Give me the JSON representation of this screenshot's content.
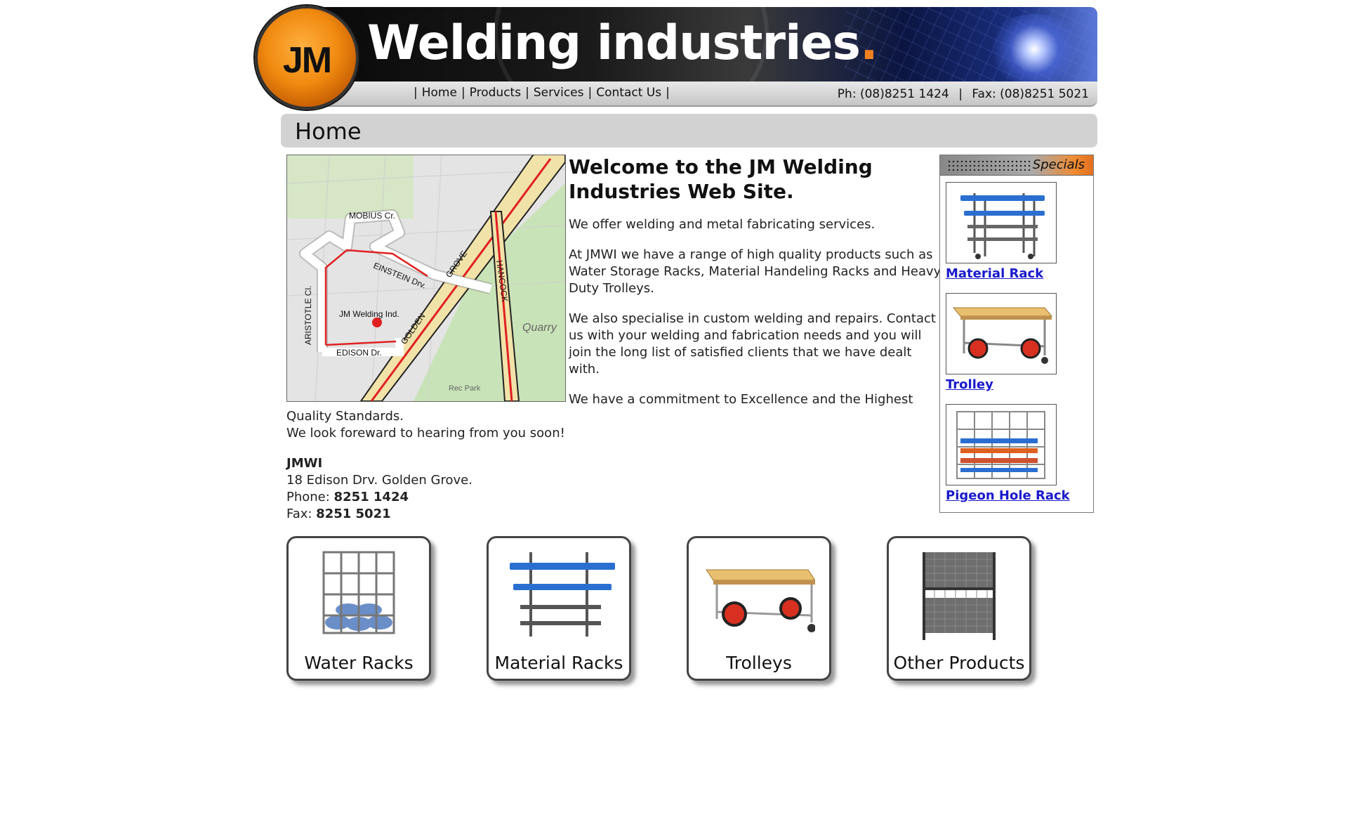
{
  "header": {
    "logo_text": "JM",
    "title_main": "Welding industries",
    "title_dot": ".",
    "nav": [
      {
        "label": "Home"
      },
      {
        "label": "Products"
      },
      {
        "label": "Services"
      },
      {
        "label": "Contact Us"
      }
    ],
    "phone": "Ph: (08)8251 1424",
    "fax": "Fax: (08)8251 5021",
    "contact_sep": "|"
  },
  "page_title": "Home",
  "map": {
    "labels": [
      "MOBIUS Cr.",
      "EINSTEIN Drv.",
      "JM Welding Ind.",
      "EDISON Dr.",
      "ARISTOTLE Cl.",
      "GOLDEN",
      "GROVE",
      "HANCOCK",
      "Quarry",
      "Rec Park"
    ]
  },
  "content": {
    "heading": "Welcome to the JM Welding Industries Web Site.",
    "p1": "We offer welding and metal fabricating services.",
    "p2": "At JMWI we have a range of high quality products such as Water Storage Racks, Material Handeling Racks and Heavy Duty Trolleys.",
    "p3": "We also specialise in custom welding and repairs. Contact us with your welding and fabrication needs and you will join the long list of satisfied clients that we have dealt with.",
    "p4a": "We have a commitment to Excellence and the Highest Quality Standards.",
    "p4b": "We look foreward to hearing from you soon!",
    "company": "JMWI",
    "address": "18 Edison Drv. Golden Grove.",
    "phone_label": "Phone: ",
    "phone_value": "8251 1424",
    "fax_label": "Fax: ",
    "fax_value": "8251 5021"
  },
  "specials": {
    "heading": "Specials",
    "items": [
      {
        "label": "Material Rack"
      },
      {
        "label": "Trolley"
      },
      {
        "label": "Pigeon Hole Rack"
      }
    ]
  },
  "categories": [
    {
      "label": "Water Racks"
    },
    {
      "label": "Material Racks"
    },
    {
      "label": "Trolleys"
    },
    {
      "label": "Other Products"
    }
  ],
  "colors": {
    "accent_orange": "#f08a10",
    "link_blue": "#1a1acc",
    "title_bar": "#d2d2d2"
  }
}
